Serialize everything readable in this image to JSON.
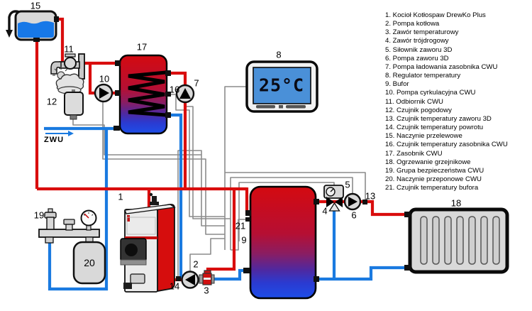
{
  "legend": {
    "items": [
      "1. Kocioł Kotłospaw DrewKo Plus",
      "2. Pompa kotłowa",
      "3. Zawór temperaturowy",
      "4. Zawór trójdrogowy",
      "5. Siłownik zaworu 3D",
      "6. Pompa zaworu 3D",
      "7. Pompa ładowania zasobnika CWU",
      "8. Regulator temperatury",
      "9. Bufor",
      "10. Pompa cyrkulacyjna CWU",
      "11. Odbiornik CWU",
      "12. Czujnik pogodowy",
      "13. Czujnik temperatury zaworu 3D",
      "14. Czujnik temperatury powrotu",
      "15. Naczynie przelewowe",
      "16. Czujnik temperatury zasobnika CWU",
      "17. Zasobnik CWU",
      "18. Ogrzewanie grzejnikowe",
      "19. Grupa bezpieczeństwa CWU",
      "20. Naczynie przeponowe CWU",
      "21. Czujnik temperatury bufora"
    ]
  },
  "display": {
    "value": "25°C"
  },
  "zwu_label": "ZWU",
  "component_labels": {
    "n1": "1",
    "n2": "2",
    "n3": "3",
    "n4": "4",
    "n5": "5",
    "n6": "6",
    "n7": "7",
    "n8": "8",
    "n9": "9",
    "n10": "10",
    "n11": "11",
    "n12": "12",
    "n13": "13",
    "n14": "14",
    "n15": "15",
    "n16": "16",
    "n17": "17",
    "n18": "18",
    "n19": "19",
    "n20": "20",
    "n21": "21"
  },
  "colors": {
    "hot_pipe": "#d90d0d",
    "cold_pipe": "#1a7ae0",
    "sensor_wire": "#8c8c8c",
    "controller_screen": "#4a90d8",
    "tank_top": "#d40a10",
    "tank_bottom": "#1d4ee8"
  }
}
